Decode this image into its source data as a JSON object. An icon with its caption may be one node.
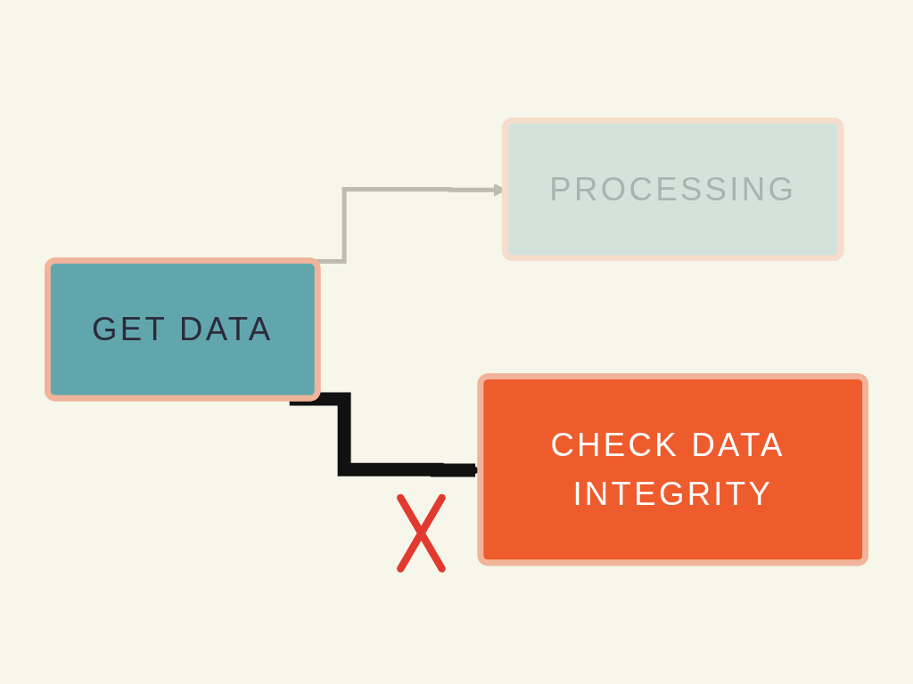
{
  "diagram": {
    "nodes": [
      {
        "text": [
          "GET DATA"
        ]
      },
      {
        "text": [
          "PROCESSING"
        ]
      },
      {
        "text": [
          "CHECK DATA INTEGRITY"
        ]
      }
    ],
    "edges": [
      {
        "from": 0,
        "to": 1,
        "arrow": "to",
        "color": "#bdbcb0"
      },
      {
        "from": 0,
        "to": 2,
        "arrow": "to",
        "style": "thick",
        "color": "#111111"
      }
    ]
  }
}
